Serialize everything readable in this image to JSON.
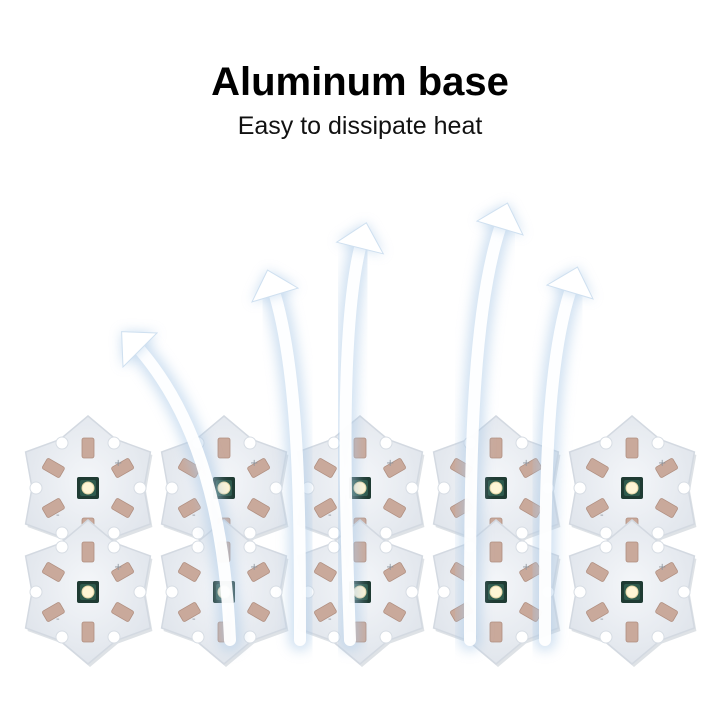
{
  "header": {
    "title": "Aluminum base",
    "subtitle": "Easy to dissipate heat"
  },
  "product": {
    "board_rows": 2,
    "boards_per_row": 5,
    "heat_arrows": 5
  },
  "colors": {
    "background": "#ffffff",
    "board": "#e9edf2",
    "board_edge": "#d3d9e1",
    "pad": "#c9a99b",
    "arrow_glow": "#a9c8e6",
    "led_body": "#1f3b33",
    "led_lens": "#fff6d6"
  },
  "icons": {
    "arrow": "heat-arrow-icon",
    "board": "star-pcb-board",
    "led": "led-chip-icon"
  }
}
